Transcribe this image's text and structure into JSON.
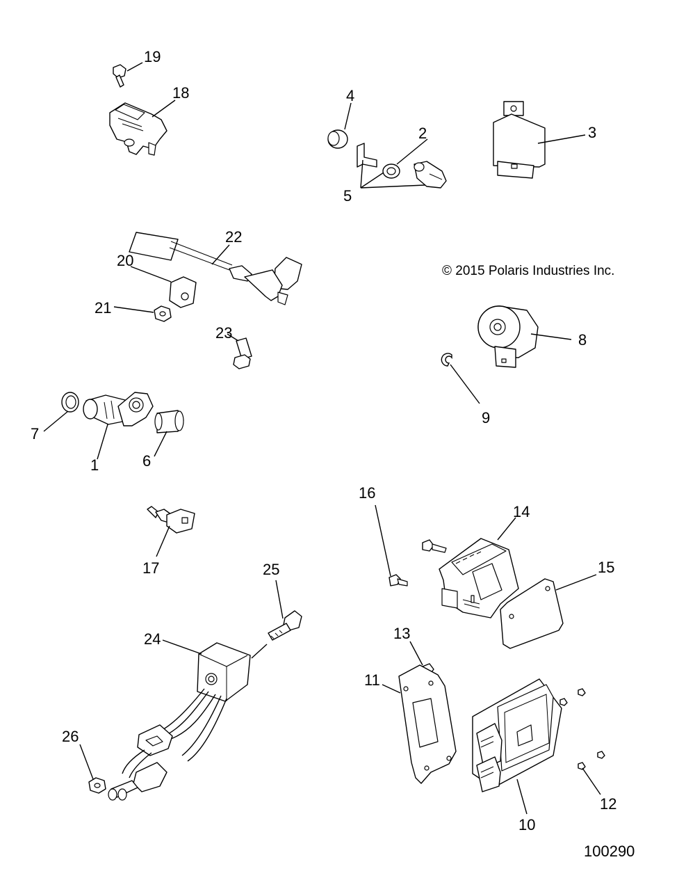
{
  "diagram": {
    "copyright": "© 2015 Polaris Industries Inc.",
    "figure_number": "100290",
    "callouts": {
      "c1": "1",
      "c2": "2",
      "c3": "3",
      "c4": "4",
      "c5": "5",
      "c6": "6",
      "c7": "7",
      "c8": "8",
      "c9": "9",
      "c10": "10",
      "c11": "11",
      "c12": "12",
      "c13": "13",
      "c14": "14",
      "c15": "15",
      "c16": "16",
      "c17": "17",
      "c18": "18",
      "c19": "19",
      "c20": "20",
      "c21": "21",
      "c22": "22",
      "c23": "23",
      "c24": "24",
      "c25": "25",
      "c26": "26"
    }
  }
}
